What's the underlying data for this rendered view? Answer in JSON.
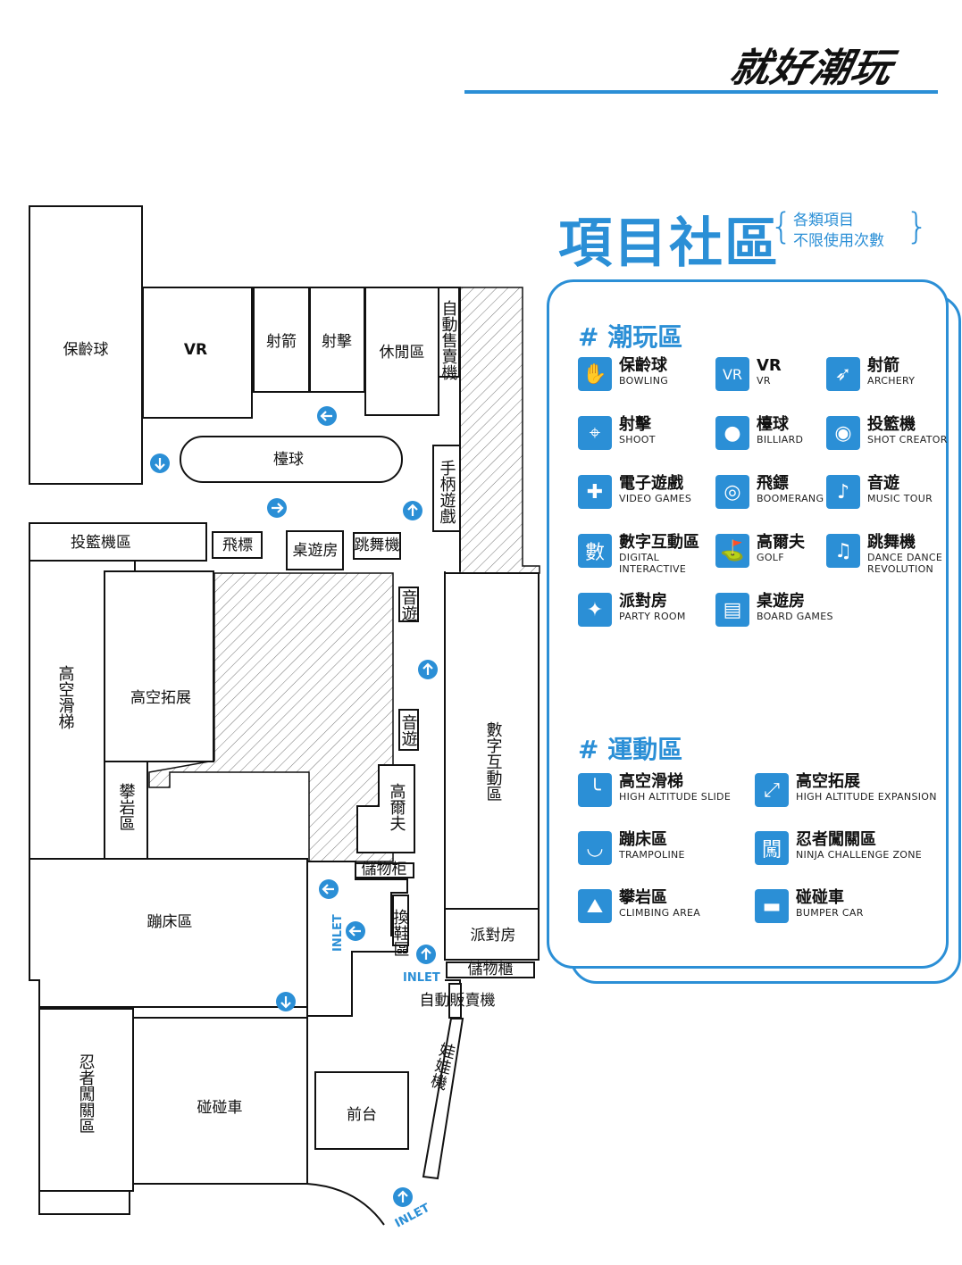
{
  "header": {
    "brand": "就好潮玩"
  },
  "legend": {
    "title": "項目社區",
    "note_line1": "各類項目",
    "note_line2": "不限使用次數",
    "bracket_open": "{",
    "bracket_close": "}",
    "section_play": {
      "title": "#  潮玩區",
      "items": [
        {
          "zh": "保齡球",
          "en": "BOWLING",
          "icon": "bowling-icon"
        },
        {
          "zh": "VR",
          "en": "VR",
          "icon": "vr-icon"
        },
        {
          "zh": "射箭",
          "en": "ARCHERY",
          "icon": "archery-icon"
        },
        {
          "zh": "射擊",
          "en": "SHOOT",
          "icon": "crosshair-icon"
        },
        {
          "zh": "檯球",
          "en": "BILLIARD",
          "icon": "billiard-ball-icon"
        },
        {
          "zh": "投籃機",
          "en": "SHOT CREATOR",
          "icon": "basketball-icon"
        },
        {
          "zh": "電子遊戲",
          "en": "VIDEO GAMES",
          "icon": "gamepad-icon"
        },
        {
          "zh": "飛鏢",
          "en": "BOOMERANG",
          "icon": "dart-target-icon"
        },
        {
          "zh": "音遊",
          "en": "MUSIC TOUR",
          "icon": "music-note-icon"
        },
        {
          "zh": "數字互動區",
          "en": "DIGITAL\nINTERACTIVE",
          "icon": "digital-number-icon"
        },
        {
          "zh": "高爾夫",
          "en": "GOLF",
          "icon": "golf-icon"
        },
        {
          "zh": "跳舞機",
          "en": "DANCE DANCE\nREVOLUTION",
          "icon": "dance-machine-icon"
        },
        {
          "zh": "派對房",
          "en": "PARTY ROOM",
          "icon": "party-popper-icon"
        },
        {
          "zh": "桌遊房",
          "en": "BOARD GAMES",
          "icon": "board-game-cards-icon"
        }
      ]
    },
    "section_sport": {
      "title": "#  運動區",
      "items": [
        {
          "zh": "高空滑梯",
          "en": "HIGH ALTITUDE SLIDE",
          "icon": "slide-icon"
        },
        {
          "zh": "高空拓展",
          "en": "HIGH ALTITUDE EXPANSION",
          "icon": "expansion-icon"
        },
        {
          "zh": "蹦床區",
          "en": "TRAMPOLINE",
          "icon": "trampoline-icon"
        },
        {
          "zh": "忍者闖關區",
          "en": "NINJA CHALLENGE ZONE",
          "icon": "ninja-icon"
        },
        {
          "zh": "攀岩區",
          "en": "CLIMBING AREA",
          "icon": "climbing-icon"
        },
        {
          "zh": "碰碰車",
          "en": "BUMPER CAR",
          "icon": "bumper-car-icon"
        }
      ]
    }
  },
  "map": {
    "zones": {
      "bowling": "保齡球",
      "vr": "VR",
      "archery": "射箭",
      "shoot": "射擊",
      "lounge": "休閒區",
      "vending_top": "自動售賣機",
      "billiard": "檯球",
      "handheld": "手柄遊戲",
      "basketball": "投籃機區",
      "darts": "飛標",
      "board_game": "桌遊房",
      "dance": "跳舞機",
      "music1": "音遊",
      "music2": "音遊",
      "slide": "高空滑梯",
      "expansion": "高空拓展",
      "climbing": "攀岩區",
      "golf": "高爾夫",
      "digital": "數字互動區",
      "trampoline": "蹦床區",
      "locker1": "儲物柜",
      "shoe": "換鞋區",
      "party": "派對房",
      "locker2": "儲物櫃",
      "vending_bottom": "自動販賣機",
      "doll": "娃娃機",
      "ninja": "忍者闖關區",
      "bumper": "碰碰車",
      "front_desk": "前台"
    },
    "inlets": {
      "left": "INLET",
      "center": "INLET",
      "bottom": "INLET"
    },
    "arrow_icon": "direction-arrow-icon"
  }
}
